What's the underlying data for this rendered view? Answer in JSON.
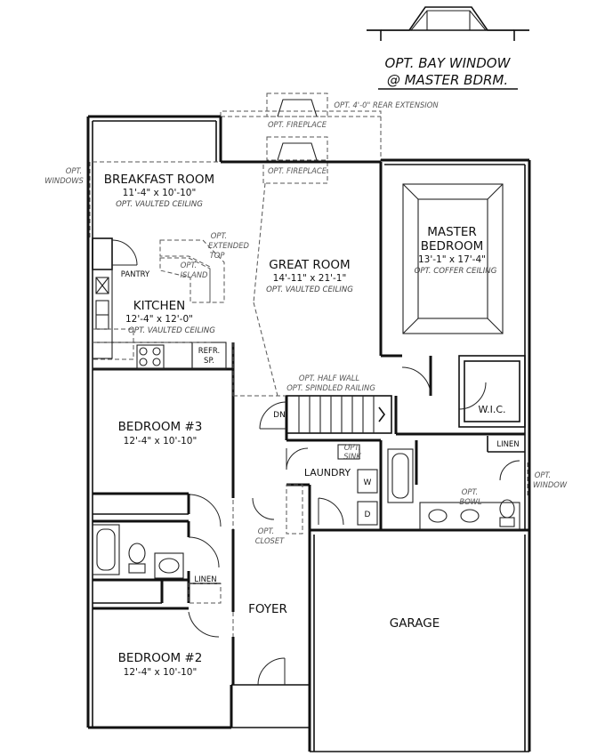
{
  "bay_window": {
    "line1": "OPT. BAY WINDOW",
    "line2": "@ MASTER BDRM."
  },
  "rooms": {
    "breakfast": {
      "name": "BREAKFAST ROOM",
      "dims": "11'-4\" x 10'-10\"",
      "option": "OPT. VAULTED CEILING"
    },
    "kitchen": {
      "name": "KITCHEN",
      "dims": "12'-4\" x 12'-0\"",
      "option": "OPT. VAULTED CEILING"
    },
    "great_room": {
      "name": "GREAT ROOM",
      "dims": "14'-11\" x 21'-1\"",
      "option": "OPT. VAULTED CEILING"
    },
    "master": {
      "name1": "MASTER",
      "name2": "BEDROOM",
      "dims": "13'-1\" x 17'-4\"",
      "option": "OPT. COFFER CEILING"
    },
    "bedroom3": {
      "name": "BEDROOM #3",
      "dims": "12'-4\" x 10'-10\""
    },
    "bedroom2": {
      "name": "BEDROOM #2",
      "dims": "12'-4\" x 10'-10\""
    },
    "laundry": {
      "name": "LAUNDRY"
    },
    "foyer": {
      "name": "FOYER"
    },
    "garage": {
      "name": "GARAGE"
    },
    "wic": {
      "name": "W.I.C."
    }
  },
  "labels": {
    "pantry": "PANTRY",
    "refr_1": "REFR.",
    "refr_2": "SP.",
    "linen_hall": "LINEN",
    "linen_master": "LINEN",
    "dn": "DN",
    "washer": "W",
    "dryer": "D"
  },
  "options": {
    "rear_extension": "OPT. 4'-0\" REAR EXTENSION",
    "fireplace_upper": "OPT. FIREPLACE",
    "fireplace_lower": "OPT. FIREPLACE",
    "windows_1": "OPT.",
    "windows_2": "WINDOWS",
    "extended_top_1": "OPT.",
    "extended_top_2": "EXTENDED",
    "extended_top_3": "TOP",
    "island_1": "OPT.",
    "island_2": "ISLAND",
    "half_wall_1": "OPT. HALF WALL",
    "half_wall_2": "OPT. SPINDLED RAILING",
    "sink_1": "OPT.",
    "sink_2": "SINK",
    "closet_1": "OPT.",
    "closet_2": "CLOSET",
    "bowl_1": "OPT.",
    "bowl_2": "BOWL",
    "window_1": "OPT.",
    "window_2": "WINDOW"
  }
}
